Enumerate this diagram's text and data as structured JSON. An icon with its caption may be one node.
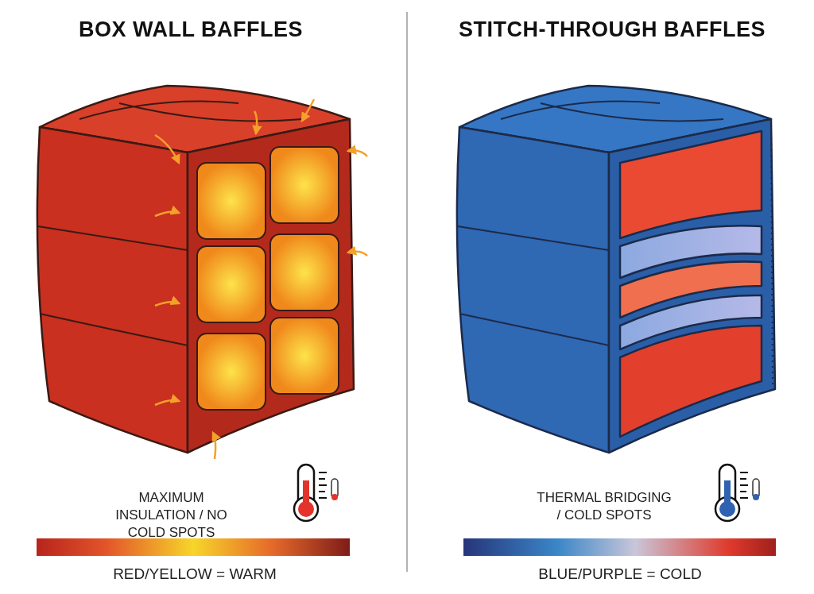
{
  "diagram": {
    "labels": [
      "BOX WALL BAFFLES",
      "STITCH-THROUGH BAFFLES",
      "MAXIMUM INSULATION / NO COLD SPOTS",
      "THERMAL BRIDGING / COLD SPOTS"
    ],
    "legend": [
      {
        "text": "RED/YELLOW = WARM"
      },
      {
        "text": "BLUE/PURPLE = COLD"
      }
    ]
  }
}
